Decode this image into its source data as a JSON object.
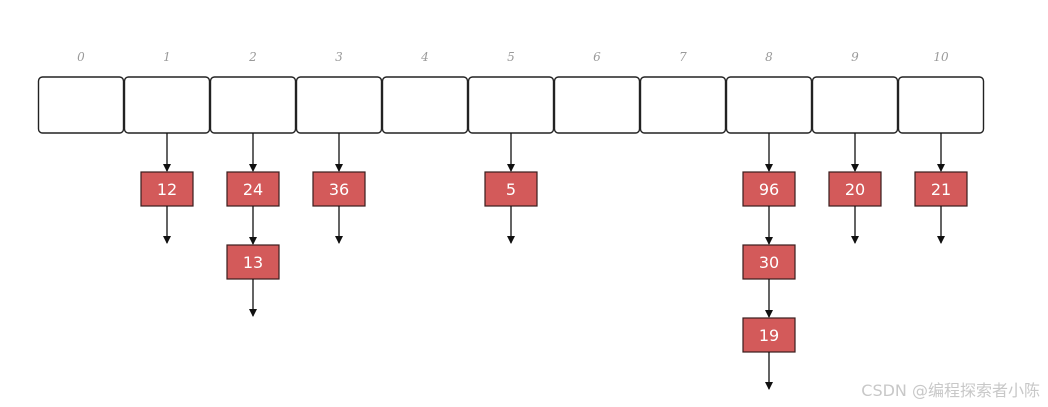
{
  "slots": [
    "0",
    "1",
    "2",
    "3",
    "4",
    "5",
    "6",
    "7",
    "8",
    "9",
    "10"
  ],
  "chains": [
    {
      "slot": 1,
      "values": [
        "12"
      ]
    },
    {
      "slot": 2,
      "values": [
        "24",
        "13"
      ]
    },
    {
      "slot": 3,
      "values": [
        "36"
      ]
    },
    {
      "slot": 5,
      "values": [
        "5"
      ]
    },
    {
      "slot": 8,
      "values": [
        "96",
        "30",
        "19"
      ]
    },
    {
      "slot": 9,
      "values": [
        "20"
      ]
    },
    {
      "slot": 10,
      "values": [
        "21"
      ]
    }
  ],
  "colors": {
    "node_fill": "#d35a5a"
  },
  "watermark": "CSDN @编程探索者小陈"
}
